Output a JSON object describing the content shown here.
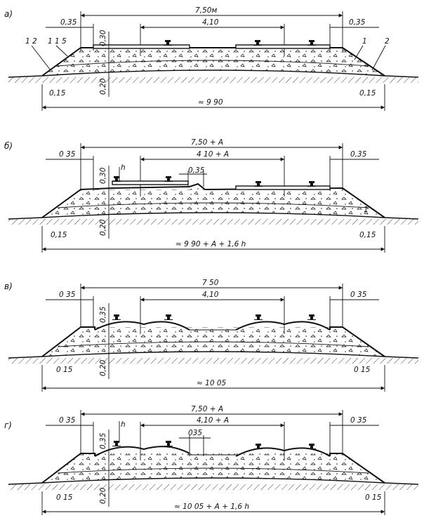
{
  "panels": [
    {
      "label": "а)",
      "top_total": "7,50м",
      "inner": "4,10",
      "left_shoulder": "0,35",
      "right_shoulder": "0,35",
      "depth_upper": "0,30",
      "depth_lower": "0,20",
      "left_toe": "0,15",
      "right_toe": "0,15",
      "base_total": "≈ 9 90",
      "slope_outer": "1 2",
      "slope_inner": "1 1 5",
      "layer_1": "1",
      "layer_2": "2"
    },
    {
      "label": "б)",
      "top_total": "7,50 + A",
      "inner": "4 10 + A",
      "left_shoulder": "0 35",
      "right_shoulder": "0,35",
      "depth_upper": "0,30",
      "depth_lower": "0,20",
      "left_toe": "0,15",
      "right_toe": "0,15",
      "mid_gap": "0,35",
      "h_label": "h",
      "base_total": "≈ 9 90 + A + 1,6 h",
      "layer_1": "1"
    },
    {
      "label": "в)",
      "top_total": "7 50",
      "inner": "4,10",
      "left_shoulder": "0 35",
      "right_shoulder": "0 35",
      "depth_upper": "0,35",
      "depth_lower": "0,20",
      "left_toe": "0 15",
      "right_toe": "0 15",
      "base_total": "≈ 10 05"
    },
    {
      "label": "г)",
      "top_total": "7,50 + A",
      "inner": "4,10 + A",
      "left_shoulder": "0 35",
      "right_shoulder": "0 35",
      "depth_upper": "0,35",
      "depth_lower": "0,20",
      "left_toe": "0 15",
      "right_toe": "0 15",
      "mid_gap": "035",
      "h_label": "h",
      "base_total": "≈ 10 05 + A + 1,6 h"
    }
  ]
}
